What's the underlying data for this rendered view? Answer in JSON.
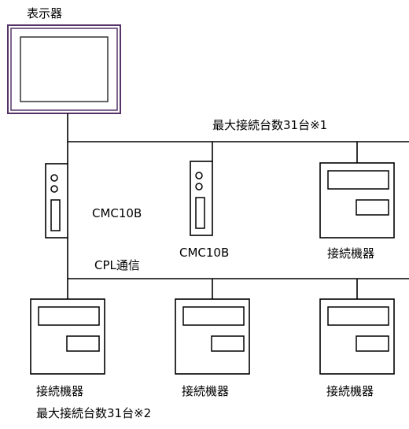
{
  "display": {
    "label": "表示器"
  },
  "top_bus": {
    "label": "最大接続台数31台※1"
  },
  "cmc_left": {
    "label": "CMC10B"
  },
  "cmc_right": {
    "label": "CMC10B"
  },
  "device_top_right": {
    "label": "接続機器"
  },
  "cpl_bus": {
    "label": "CPL通信"
  },
  "bottom_devices": [
    {
      "label": "接続機器"
    },
    {
      "label": "接続機器"
    },
    {
      "label": "接続機器"
    }
  ],
  "bottom_note": {
    "label": "最大接続台数31台※2"
  }
}
